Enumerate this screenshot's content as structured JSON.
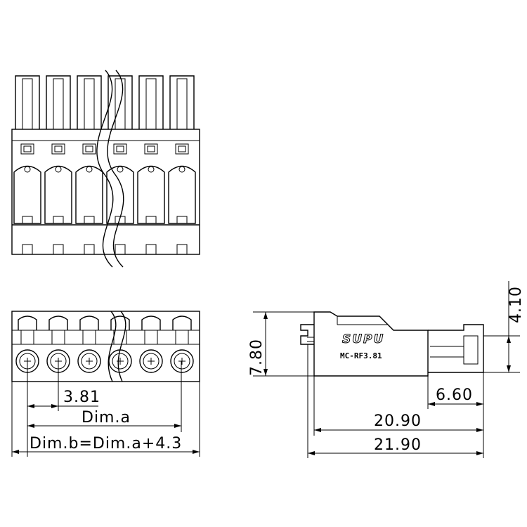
{
  "drawing": {
    "brand": "SUPU",
    "model": "MC-RF3.81",
    "dimensions": {
      "pitch": "3.81",
      "dim_a": "Dim.a",
      "dim_b": "Dim.b=Dim.a+4.3",
      "height": "7.80",
      "top_offset": "4.10",
      "pin_length": "6.60",
      "body_length": "20.90",
      "total_length": "21.90"
    }
  }
}
